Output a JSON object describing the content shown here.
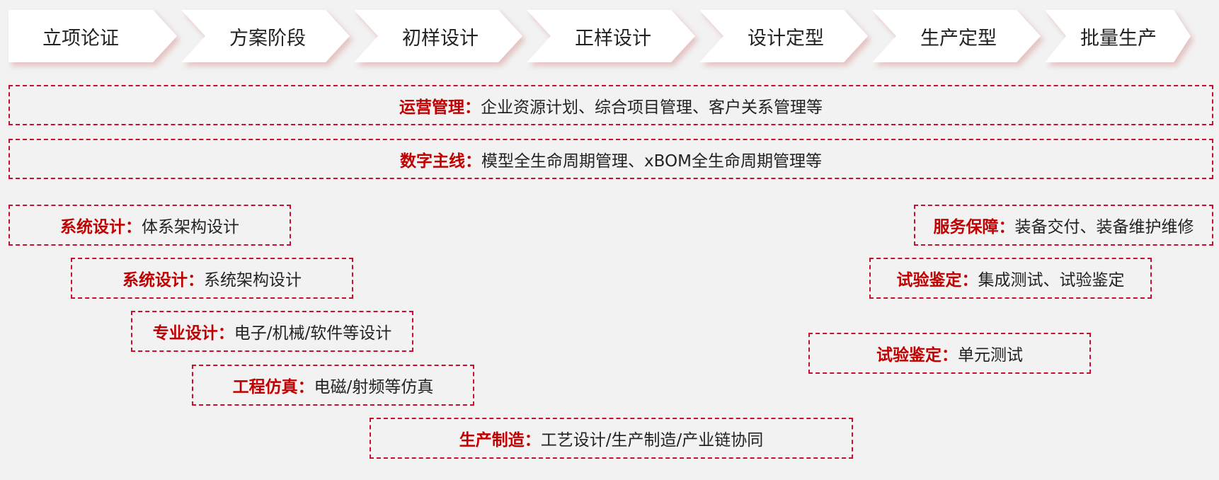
{
  "stages": [
    "立项论证",
    "方案阶段",
    "初样设计",
    "正样设计",
    "设计定型",
    "生产定型",
    "批量生产"
  ],
  "bands": [
    {
      "id": "ops",
      "label": "运营管理",
      "sep": "：",
      "text": "企业资源计划、综合项目管理、客户关系管理等"
    },
    {
      "id": "thread",
      "label": "数字主线",
      "sep": "：",
      "text": "模型全生命周期管理、xBOM全生命周期管理等"
    }
  ],
  "left_steps": [
    {
      "label": "系统设计",
      "sep": "：",
      "text": "体系架构设计"
    },
    {
      "label": "系统设计",
      "sep": "：",
      "text": "系统架构设计"
    },
    {
      "label": "专业设计",
      "sep": "：",
      "text": "电子/机械/软件等设计"
    },
    {
      "label": "工程仿真",
      "sep": "：",
      "text": "电磁/射频等仿真"
    },
    {
      "label": "生产制造",
      "sep": "：",
      "text": "工艺设计/生产制造/产业链协同"
    }
  ],
  "right_steps": [
    {
      "label": "服务保障",
      "sep": "：",
      "text": "装备交付、装备维护维修"
    },
    {
      "label": "试验鉴定",
      "sep": "：",
      "text": "集成测试、试验鉴定"
    },
    {
      "label": "试验鉴定",
      "sep": "：",
      "text": "单元测试"
    }
  ],
  "colors": {
    "accent": "#c00000",
    "border": "#c8102e",
    "background": "#f2f2f2",
    "chevron": "#ffffff"
  }
}
